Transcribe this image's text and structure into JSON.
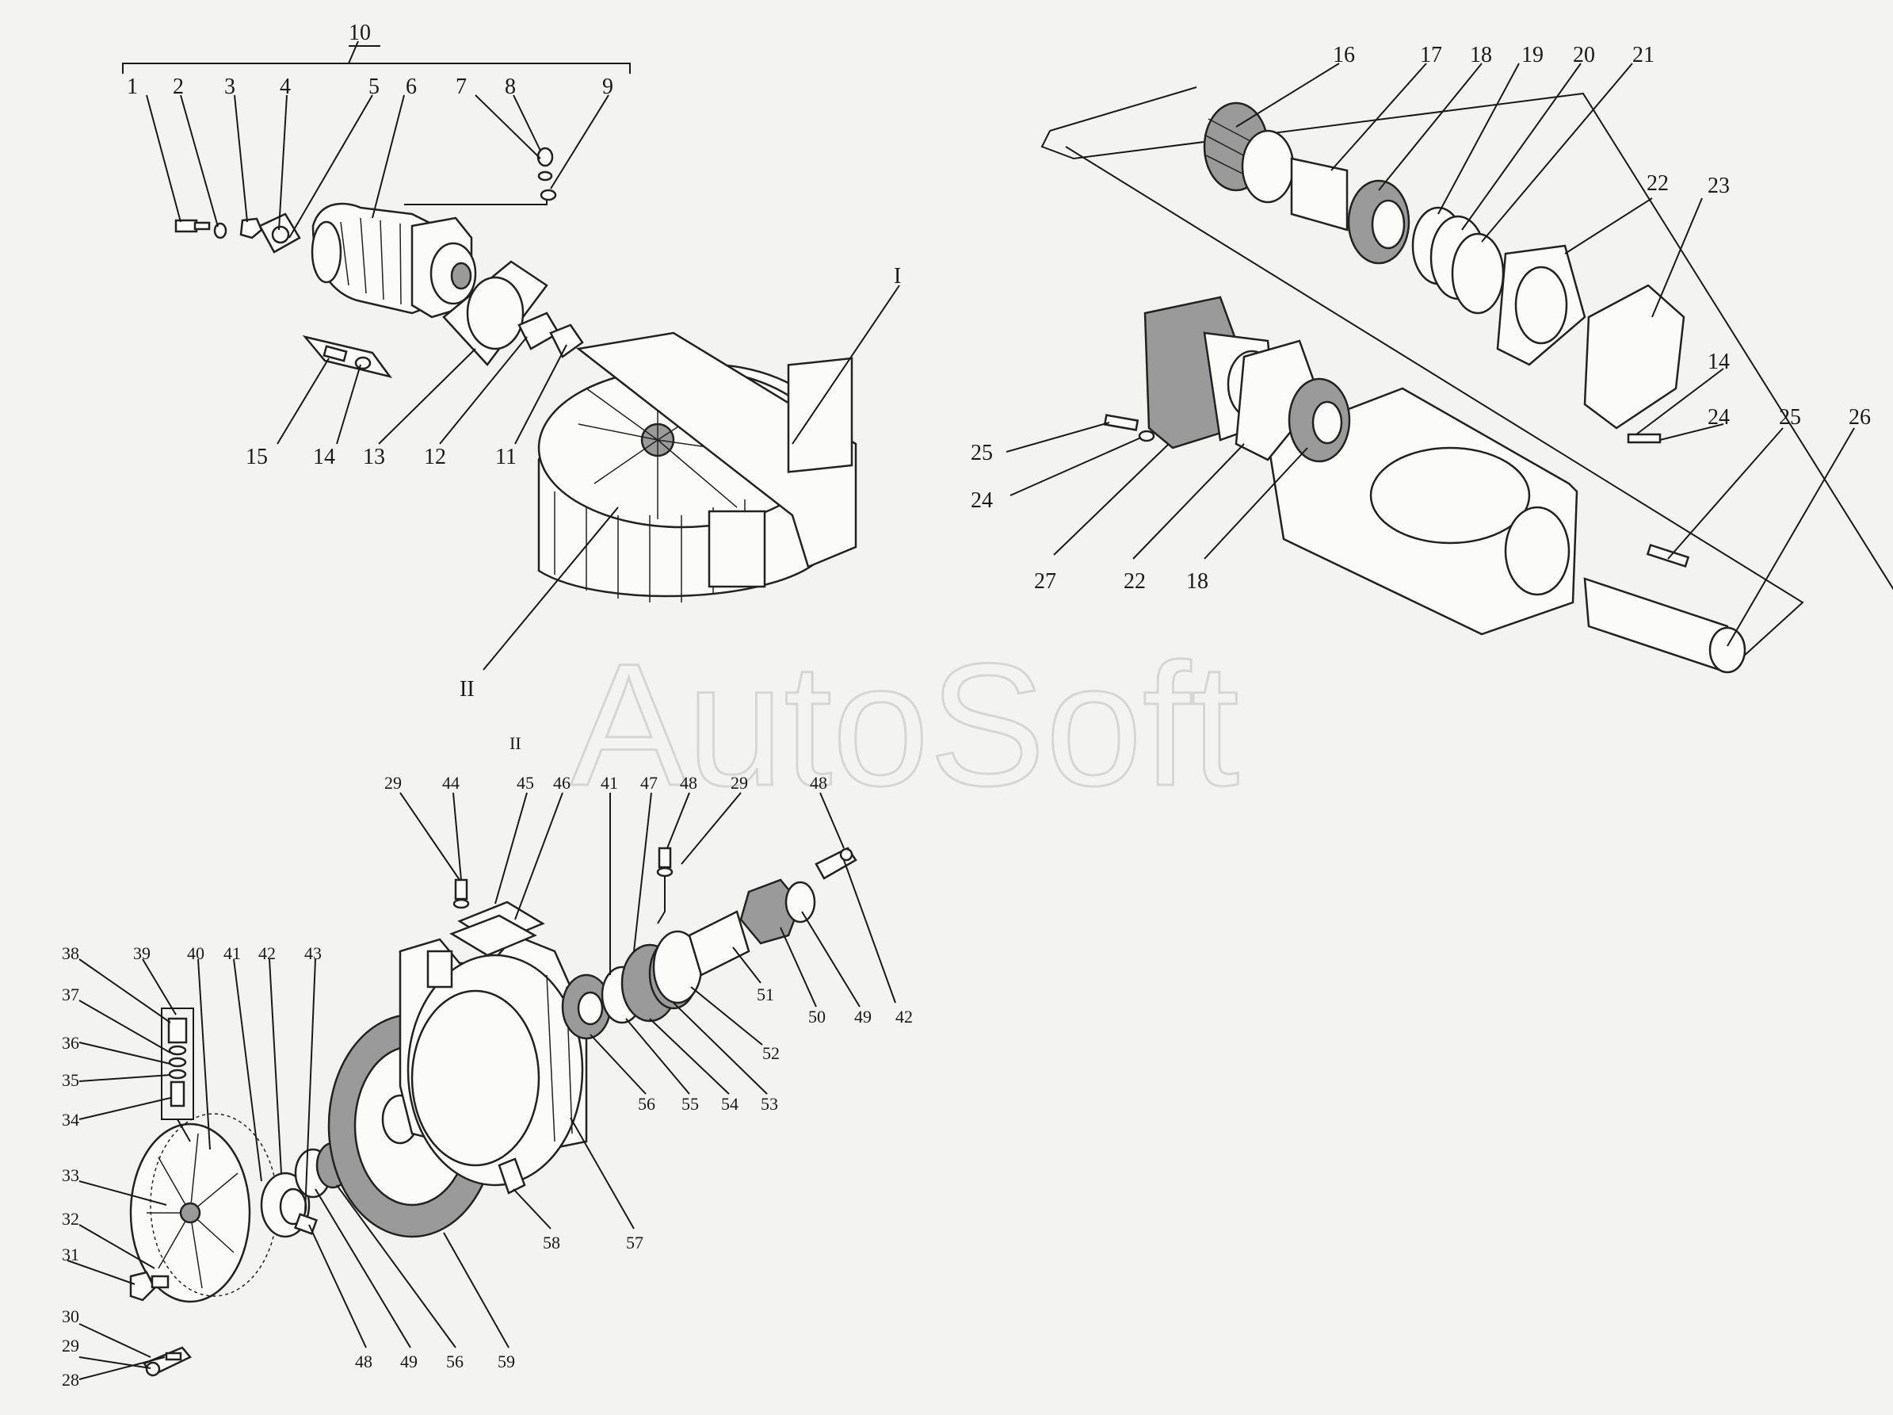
{
  "watermark": "AutoSoft",
  "group_labels": {
    "assembly_10": "10",
    "view_I": "I",
    "view_II": "II",
    "view_II_detail": "II"
  },
  "callouts_assembly": [
    "1",
    "2",
    "3",
    "4",
    "5",
    "6",
    "7",
    "8",
    "9",
    "15",
    "14",
    "13",
    "12",
    "11"
  ],
  "callouts_housing": [
    "16",
    "17",
    "18",
    "19",
    "20",
    "21",
    "22",
    "23",
    "14",
    "24",
    "25",
    "26",
    "25",
    "24",
    "27",
    "22",
    "18"
  ],
  "callouts_reducer": [
    "29",
    "44",
    "45",
    "46",
    "41",
    "47",
    "48",
    "29",
    "48",
    "42",
    "49",
    "50",
    "51",
    "52",
    "53",
    "54",
    "55",
    "56",
    "57",
    "58",
    "38",
    "39",
    "40",
    "41",
    "42",
    "43",
    "37",
    "36",
    "35",
    "34",
    "33",
    "32",
    "31",
    "30",
    "29",
    "28",
    "48",
    "49",
    "56",
    "59"
  ],
  "colors": {
    "ink": "#1a1a1a",
    "paper": "#f3f3f1",
    "watermark": "#d6d6d6"
  }
}
